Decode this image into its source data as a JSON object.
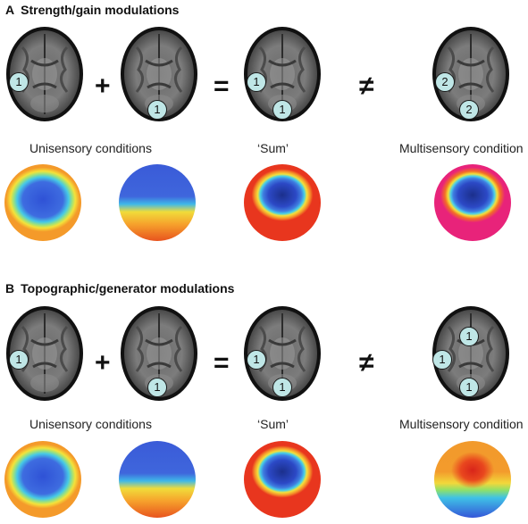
{
  "panel_a": {
    "letter": "A",
    "title": "Strength/gain modulations",
    "plus": "+",
    "equals": "=",
    "not_equal": "≠",
    "caption_unisensory": "Unisensory conditions",
    "caption_sum": "‘Sum’",
    "caption_multisensory": "Multisensory condition",
    "brain1_markers": [
      "1"
    ],
    "brain2_markers": [
      "1"
    ],
    "brain3_markers": [
      "1",
      "1"
    ],
    "brain4_markers": [
      "2",
      "2"
    ]
  },
  "panel_b": {
    "letter": "B",
    "title": "Topographic/generator modulations",
    "plus": "+",
    "equals": "=",
    "not_equal": "≠",
    "caption_unisensory": "Unisensory conditions",
    "caption_sum": "‘Sum’",
    "caption_multisensory": "Multisensory condition",
    "brain1_markers": [
      "1"
    ],
    "brain2_markers": [
      "1"
    ],
    "brain3_markers": [
      "1",
      "1"
    ],
    "brain4_markers": [
      "1",
      "1",
      "1"
    ]
  },
  "colors": {
    "marker_fill": "#bfe6e6",
    "topo_blue": "#2f52d6",
    "topo_red": "#e8361e",
    "topo_yellow": "#f4e23a"
  }
}
